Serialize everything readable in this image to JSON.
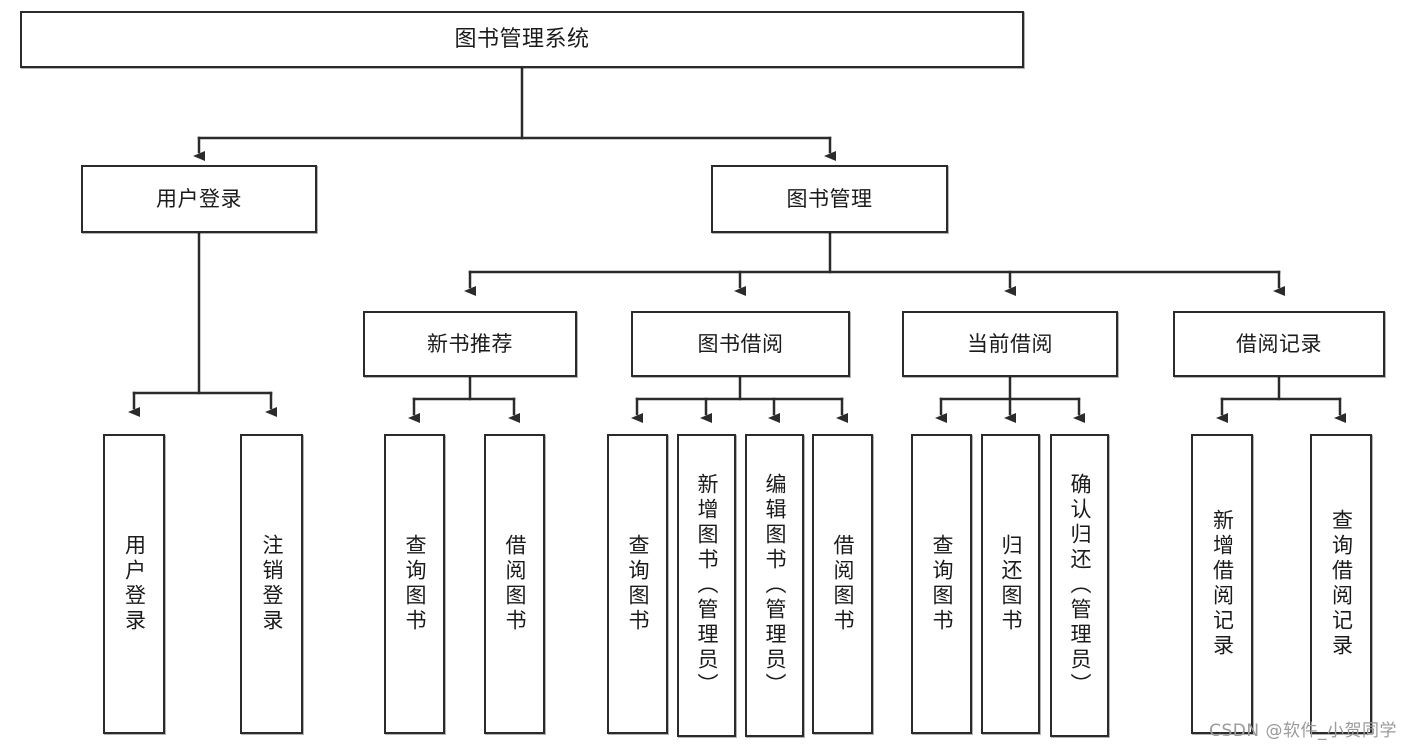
{
  "diagram": {
    "title": "图书管理系统",
    "type": "tree",
    "colors": {
      "box_border": "#2b2b2b",
      "box_fill": "#ffffff",
      "edge": "#2b2b2b",
      "text": "#1b1b1b",
      "watermark": "#9a9a9a",
      "background": "#ffffff"
    },
    "watermark": "CSDN @软件_小贺同学",
    "nodes": {
      "root": {
        "label": "图书管理系统"
      },
      "level2": [
        {
          "id": "user-login",
          "label": "用户登录"
        },
        {
          "id": "book-manage",
          "label": "图书管理"
        }
      ],
      "level3": [
        {
          "id": "new-book-recommend",
          "label": "新书推荐"
        },
        {
          "id": "book-borrow",
          "label": "图书借阅"
        },
        {
          "id": "current-borrow",
          "label": "当前借阅"
        },
        {
          "id": "borrow-record",
          "label": "借阅记录"
        }
      ],
      "leaves": {
        "user-login": [
          {
            "id": "leaf-user-login",
            "label": "用户登录"
          },
          {
            "id": "leaf-logout-login",
            "label": "注销登录"
          }
        ],
        "new-book-recommend": [
          {
            "id": "leaf-query-book-1",
            "label": "查询图书"
          },
          {
            "id": "leaf-borrow-book-1",
            "label": "借阅图书"
          }
        ],
        "book-borrow": [
          {
            "id": "leaf-query-book-2",
            "label": "查询图书"
          },
          {
            "id": "leaf-add-book",
            "label": "新增图书（管理员）"
          },
          {
            "id": "leaf-edit-book",
            "label": "编辑图书（管理员）"
          },
          {
            "id": "leaf-borrow-book-2",
            "label": "借阅图书"
          }
        ],
        "current-borrow": [
          {
            "id": "leaf-query-book-3",
            "label": "查询图书"
          },
          {
            "id": "leaf-return-book",
            "label": "归还图书"
          },
          {
            "id": "leaf-confirm-return",
            "label": "确认归还（管理员）"
          }
        ],
        "borrow-record": [
          {
            "id": "leaf-add-record",
            "label": "新增借阅记录"
          },
          {
            "id": "leaf-query-record",
            "label": "查询借阅记录"
          }
        ]
      }
    }
  }
}
